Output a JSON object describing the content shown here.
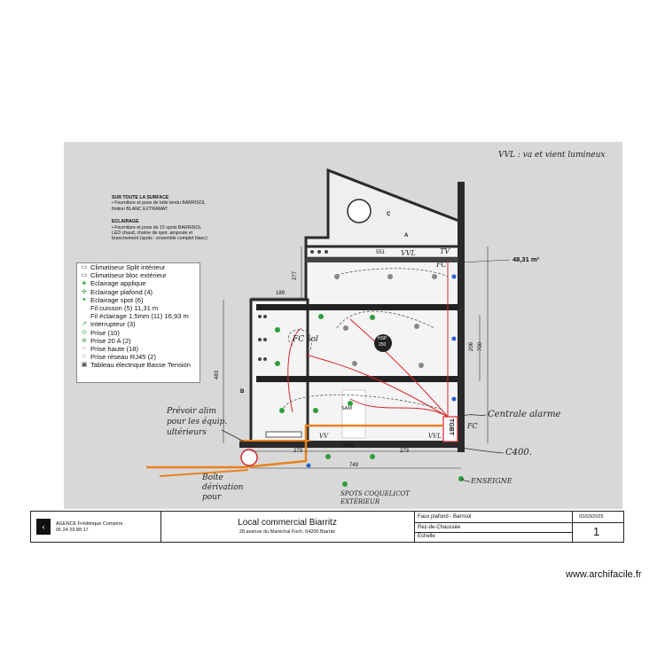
{
  "header_note": "VVL : va et vient lumineux",
  "notes": {
    "surface_title": "SUR TOUTE LA SURFACE",
    "surface_line1": "• Fourniture et pose de toile tendu BARRISOL",
    "surface_line2": "finition BLANC EXTRAMAT",
    "eclairage_title": "ECLAIRAGE",
    "eclairage_line1": "• Fourniture et pose de 15 spots BARRISOL",
    "eclairage_line2": "LED chaud, chaîne de spot, ampoule et",
    "eclairage_line3": "branchement (spots : ensemble complet blanc)"
  },
  "legend": [
    {
      "icon": "climatiseur-interieur-icon",
      "label": "Climatiseur Split intérieur"
    },
    {
      "icon": "climatiseur-exterieur-icon",
      "label": "Climatiseur bloc extérieur"
    },
    {
      "icon": "eclairage-applique-icon",
      "label": "Eclairage applique"
    },
    {
      "icon": "eclairage-plafond-icon",
      "label": "Eclairage plafond (4)"
    },
    {
      "icon": "eclairage-spot-icon",
      "label": "Eclairage spot (6)"
    },
    {
      "icon": "",
      "label": "Fil cuisson (5) 11,31 m"
    },
    {
      "icon": "",
      "label": "Fil éclairage 1.5mm (11) 16,93 m"
    },
    {
      "icon": "interrupteur-icon",
      "label": "Interrupteur (3)"
    },
    {
      "icon": "prise-icon",
      "label": "Prise (10)"
    },
    {
      "icon": "prise-20a-icon",
      "label": "Prise 20 A (2)"
    },
    {
      "icon": "prise-haute-icon",
      "label": "Prise haute (18)"
    },
    {
      "icon": "prise-reseau-icon",
      "label": "Prise réseau RJ45 (2)"
    },
    {
      "icon": "tableau-electrique-icon",
      "label": "Tableau électrique Basse Tension"
    }
  ],
  "plan_labels": {
    "area": "48,31 m²",
    "dim_551": "551",
    "vvl_top": "VVL",
    "dim_277": "277",
    "dim_189": "189",
    "dim_483": "483",
    "dim_273a": "273",
    "dim_749": "749",
    "dim_273b": "273",
    "dim_206": "206",
    "dim_700": "700",
    "fc_top": "FC",
    "tv": "TV",
    "fc_sol": "FC sol",
    "hsp": "HSP",
    "hsp_val": "250",
    "door_b": "B",
    "door_c": "C",
    "door_a": "A",
    "tgbt": "TGBT",
    "vv": "VV",
    "vvl_bottom": "VVL",
    "tibbe": "TIBBE",
    "sam": "SAM",
    "fc_right": "FC"
  },
  "hand_notes": {
    "prevoir_alim": "Prévoir alim pour les équip. ultérieurs",
    "boite_derivation": "Boîte dérivation pour",
    "centrale_alarme": "Centrale alarme",
    "c400": "C400.",
    "enseigne": "ENSEIGNE",
    "spots_exterieur": "SPOTS COQUELICOT EXTÉRIEUR"
  },
  "title_block": {
    "agency": "AGENCE Frédérique Compère",
    "phone": "06 24 29 88 17",
    "project_title": "Local commercial Biarritz",
    "address": "28 avenue du Maréchal Foch, 64200 Biarritz",
    "drawing_name": "Faux plafond - Barrisol",
    "level": "Rez-de-Chaussée",
    "scale_label": "Echelle",
    "date": "02/03/2025",
    "sheet_number": "1"
  },
  "watermark": "www.archifacile.fr",
  "colors": {
    "wall": "#2a2a2a",
    "cuisson_wire": "#e8821e",
    "eclairage_wire": "#d6262c",
    "green_symbols": "#2e9e3c",
    "blue_symbols": "#2f5fd0",
    "hatch": "#dcdcdc"
  }
}
